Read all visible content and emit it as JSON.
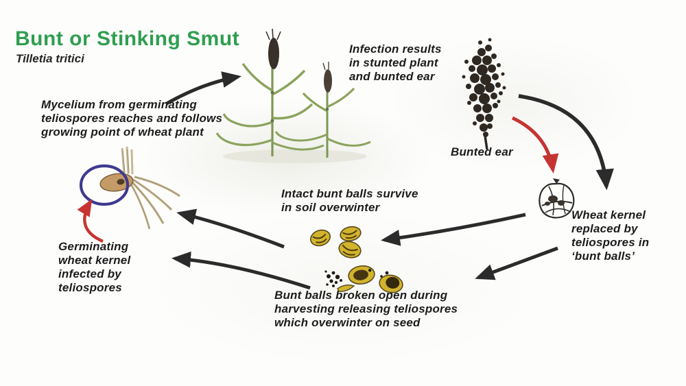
{
  "title": "Bunt or Stinking Smut",
  "subtitle": "Tilletia tritici",
  "labels": {
    "mycelium": {
      "lines": [
        "Mycelium from germinating",
        "teliospores reaches and follows",
        "growing point of wheat plant"
      ]
    },
    "infection": {
      "lines": [
        "Infection results",
        "in stunted plant",
        "and bunted ear"
      ]
    },
    "bunted_ear": {
      "lines": [
        "Bunted ear"
      ]
    },
    "wheat_kernel": {
      "lines": [
        "Wheat kernel",
        "replaced by",
        "teliospores in",
        "‘bunt balls’"
      ]
    },
    "intact": {
      "lines": [
        "Intact bunt balls survive",
        "in soil overwinter"
      ]
    },
    "broken": {
      "lines": [
        "Bunt balls broken open during",
        "harvesting releasing teliospores",
        "which overwinter on seed"
      ]
    },
    "germinating": {
      "lines": [
        "Germinating",
        "wheat kernel",
        "infected by",
        "teliospores"
      ]
    }
  },
  "colors": {
    "title_green": "#2f9e4f",
    "text_black": "#1c1c1c",
    "arrow_black": "#2b2b2b",
    "arrow_red": "#c63431",
    "circle_blue": "#3e3a8e",
    "bunt_ball_yellow": "#d2b32c",
    "kernel_tan": "#c49a66",
    "ear_dark": "#2e2821",
    "plant_green": "#7d9852"
  },
  "icons": {
    "wheat_plants": "healthy and stunted wheat plants",
    "bunted_ear": "dark bunted ear of wheat",
    "bunt_ball": "single bunt ball",
    "intact_bunt_balls": "three intact yellow bunt balls",
    "broken_bunt_balls": "bunt balls broken open with teliospores",
    "germinating_kernel": "germinating wheat kernel circled in blue"
  }
}
